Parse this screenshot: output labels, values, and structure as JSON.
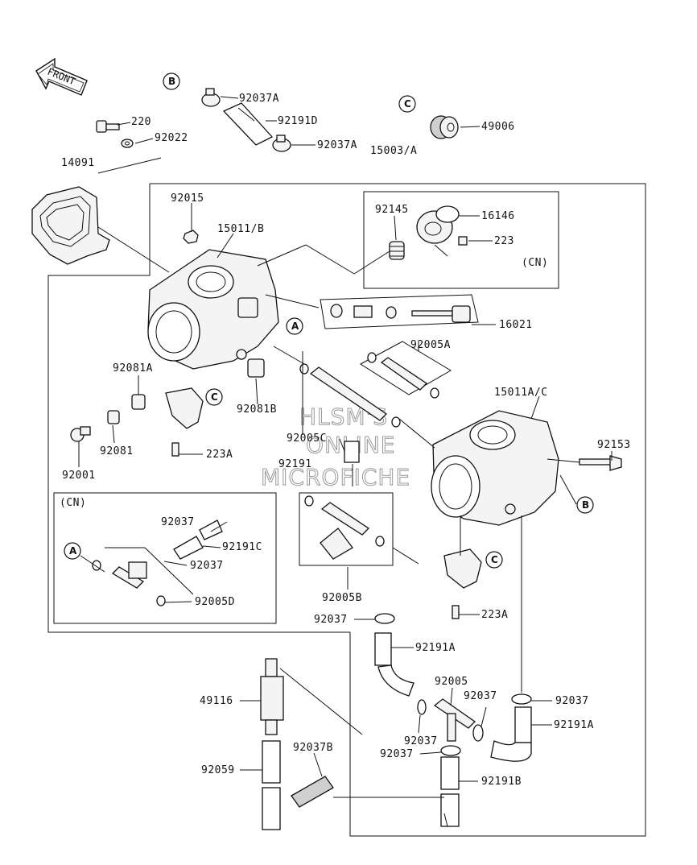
{
  "front_arrow": {
    "label": "FRONT"
  },
  "watermark": {
    "line1": "HLSM'S",
    "line2": "ONLINE",
    "line3": "MICROFICHE"
  },
  "refs": {
    "a": "A",
    "b": "B",
    "c": "C"
  },
  "labels": {
    "p220": "220",
    "p92022": "92022",
    "p14091": "14091",
    "p92037a_top": "92037A",
    "p92191d": "92191D",
    "p92037a_bot": "92037A",
    "p49006": "49006",
    "p15003a": "15003/A",
    "p92015": "92015",
    "p15011b": "15011/B",
    "p92145": "92145",
    "p16146": "16146",
    "p223_top": "223",
    "cn_top": "(CN)",
    "p16021": "16021",
    "p92005a": "92005A",
    "p92081a": "92081A",
    "p92081b": "92081B",
    "p15011ac": "15011A/C",
    "p92001": "92001",
    "p92081": "92081",
    "p223a_left": "223A",
    "p92005c": "92005C",
    "p92191": "92191",
    "p92153": "92153",
    "cn_box": "(CN)",
    "p92037_cn1": "92037",
    "p92191c": "92191C",
    "p92037_cn2": "92037",
    "p92005d": "92005D",
    "p92005b": "92005B",
    "p223a_right": "223A",
    "p92037_m1": "92037",
    "p92191a_m": "92191A",
    "p92005": "92005",
    "p92037_m2": "92037",
    "p92037_r": "92037",
    "p92191a_r": "92191A",
    "p49116": "49116",
    "p92037_m3": "92037",
    "p92037_m4": "92037",
    "p92037b": "92037B",
    "p92059": "92059",
    "p92191b": "92191B"
  }
}
